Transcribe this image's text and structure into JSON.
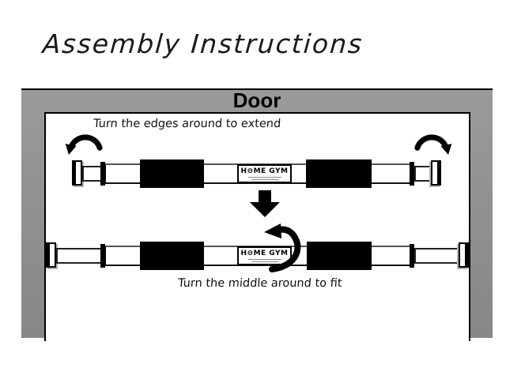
{
  "page": {
    "title": "Assembly Instructions"
  },
  "door_frame": {
    "label": "Door",
    "frame_color": "#8f8f8f"
  },
  "step_extend": {
    "caption": "Turn the edges around to extend"
  },
  "step_fit": {
    "caption": "Turn the middle around to fit"
  },
  "bar": {
    "brand": "H⊖ME GYM"
  },
  "colors": {
    "ink": "#000000",
    "background": "#ffffff",
    "cap_shadow": "#b3b3b3"
  },
  "icons": {
    "rotate_edge_left": "curved-arrow-ccw",
    "rotate_edge_right": "curved-arrow-cw",
    "move_down": "solid-block-down-arrow",
    "rotate_middle": "curved-arrow-middle-ccw"
  }
}
